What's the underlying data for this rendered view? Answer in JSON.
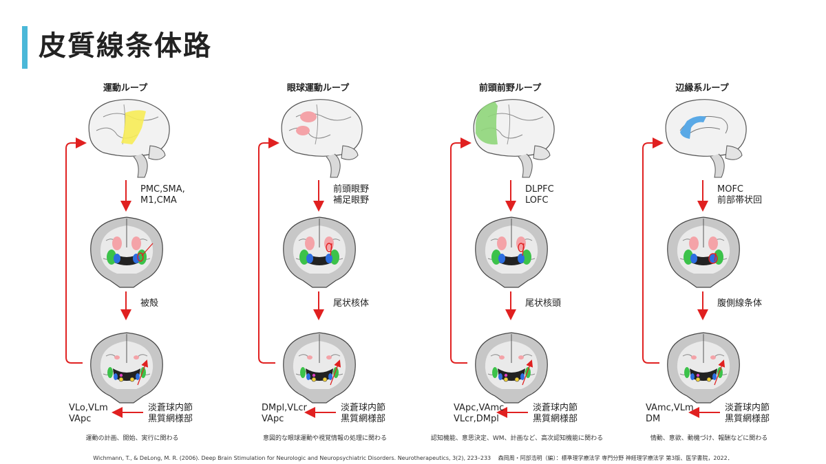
{
  "title": "皮質線条体路",
  "loops": [
    {
      "name": "運動ループ",
      "cortex": "PMC,SMA,\nM1,CMA",
      "striatum": "被殻",
      "nuclei": "淡蒼球内節\n黒質網様部",
      "thalamus": "VLo,VLm\nVApc",
      "function": "運動の計画、開始、実行に関わる",
      "highlight": "#f7ec57"
    },
    {
      "name": "眼球運動ループ",
      "cortex": "前頭眼野\n補足眼野",
      "striatum": "尾状核体",
      "nuclei": "淡蒼球内節\n黒質網様部",
      "thalamus": "DMpl,VLcr\nVApc",
      "function": "意図的な眼球運動や視覚情報の処理に関わる",
      "highlight": "#f4a3a8"
    },
    {
      "name": "前頭前野ループ",
      "cortex": "DLPFC\nLOFC",
      "striatum": "尾状核頭",
      "nuclei": "淡蒼球内節\n黒質網様部",
      "thalamus": "VApc,VAmc\nVLcr,DMpl",
      "function": "認知機能、意思決定、WM、計画など、高次認知機能に関わる",
      "highlight": "#8fd67a"
    },
    {
      "name": "辺縁系ループ",
      "cortex": "MOFC\n前部帯状回",
      "striatum": "腹側線条体",
      "nuclei": "淡蒼球内節\n黒質網様部",
      "thalamus": "VAmc,VLm\nDM",
      "function": "情動、意欲、動機づけ、報酬などに関わる",
      "highlight": "#5aa9e6"
    }
  ],
  "citation": "Wichmann, T., & DeLong, M. R. (2006). Deep Brain Stimulation for Neurologic and Neuropsychiatric Disorders. Neurotherapeutics, 3(2), 223–233　 森岡周・阿部浩明（編）：標準理学療法学 専門分野 神経理学療法学 第3版、医学書院，2022．",
  "colors": {
    "accent": "#4ab8d8",
    "arrow": "#e02020"
  }
}
